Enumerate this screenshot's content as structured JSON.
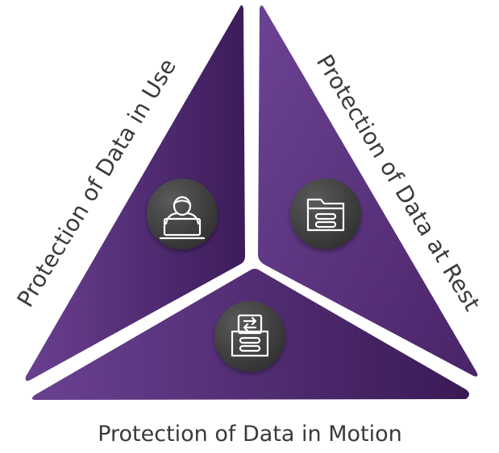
{
  "segments": {
    "left": {
      "label": "Protection of Data in Use",
      "icon": "person-at-laptop-icon"
    },
    "right": {
      "label": "Protection of Data at Rest",
      "icon": "folder-icon"
    },
    "bottom": {
      "label": "Protection of Data in Motion",
      "icon": "file-cabinet-transfer-icon"
    }
  },
  "colors": {
    "segment_dark": "#3a1a55",
    "segment_mid": "#522a72",
    "segment_light": "#6b4190",
    "icon_circle": "#3d3d3d",
    "label_text": "#3a3a3a"
  }
}
